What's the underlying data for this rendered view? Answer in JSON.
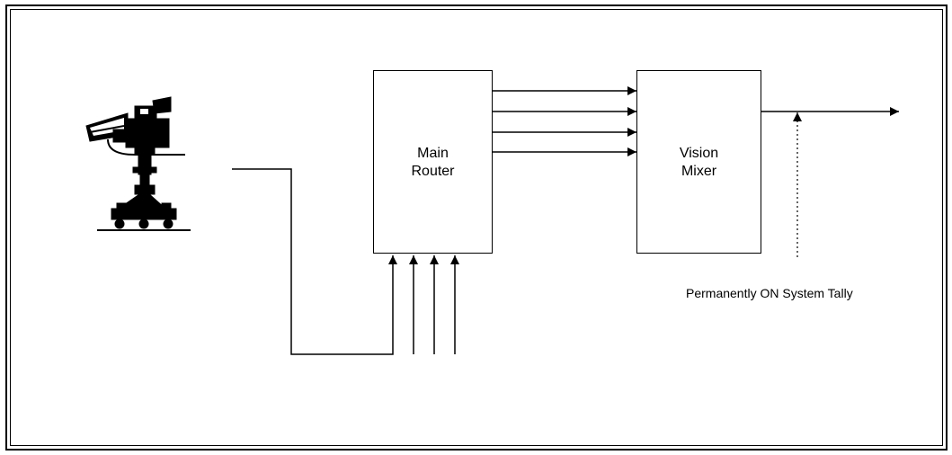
{
  "diagram": {
    "nodes": {
      "camera": {
        "icon": "studio-camera-on-pedestal-icon"
      },
      "main_router": {
        "label": "Main\nRouter"
      },
      "vision_mixer": {
        "label": "Vision\nMixer"
      }
    },
    "tally_label": "Permanently ON System Tally",
    "edges": [
      {
        "from": "camera",
        "to": "main_router",
        "style": "solid"
      },
      {
        "from": "other-sources",
        "to": "main_router",
        "count": 3,
        "style": "solid"
      },
      {
        "from": "main_router",
        "to": "vision_mixer",
        "count": 4,
        "style": "solid"
      },
      {
        "from": "vision_mixer",
        "to": "program-output",
        "style": "solid"
      },
      {
        "from": "tally",
        "to": "program-output",
        "style": "dotted"
      }
    ]
  }
}
